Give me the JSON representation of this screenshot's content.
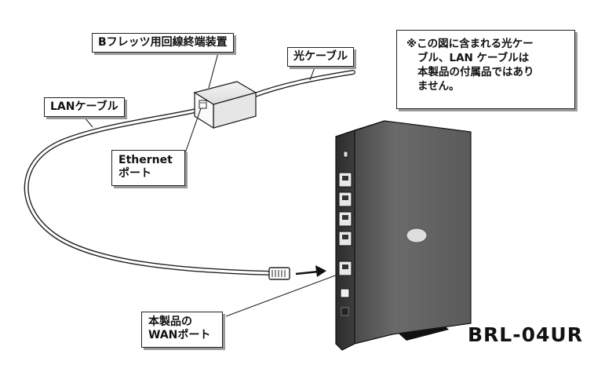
{
  "labels": {
    "onu": "Bフレッツ用回線終端装置",
    "fiber": "光ケーブル",
    "lan_cable": "LANケーブル",
    "ethernet_line1": "Ethernet",
    "ethernet_line2": "ポート",
    "wan_line1": "本製品の",
    "wan_line2": "WANポート"
  },
  "note": {
    "line1": "※この図に含まれる光ケー",
    "line2": "ブル、LAN ケーブルは",
    "line3": "本製品の付属品ではあり",
    "line4": "ません。"
  },
  "model_name": "BRL-04UR"
}
